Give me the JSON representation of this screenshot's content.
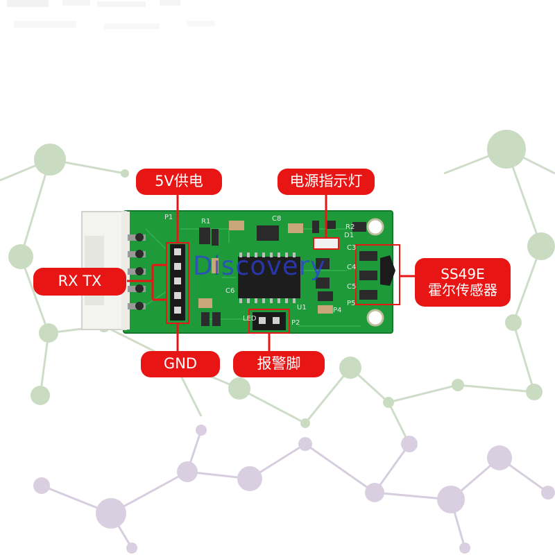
{
  "labels": {
    "power_supply": "5V供电",
    "rx_tx": "RX TX",
    "gnd": "GND",
    "alarm_pin": "报警脚",
    "power_indicator": "电源指示灯",
    "sensor_model": "SS49E",
    "sensor_name": "霍尔传感器"
  },
  "watermark": "Discovery",
  "pcb_silkscreen": {
    "connector": "P1",
    "resistor_r1": "R1",
    "resistor_r2": "R2",
    "capacitor_c3": "C3",
    "capacitor_c4": "C4",
    "capacitor_c5": "C5",
    "capacitor_c6": "C6",
    "capacitor_c8": "C8",
    "chip": "U1",
    "diode": "D1",
    "header": "P2",
    "pin_p4": "P4",
    "pin_p5": "P5",
    "led_mark": "LED"
  },
  "colors": {
    "label_red": "#e81515",
    "pcb_green": "#1f9a3a",
    "molecule_green": "#c9dcc2",
    "molecule_purple": "#d9cfe0",
    "watermark_blue": "#2e3fd8"
  }
}
